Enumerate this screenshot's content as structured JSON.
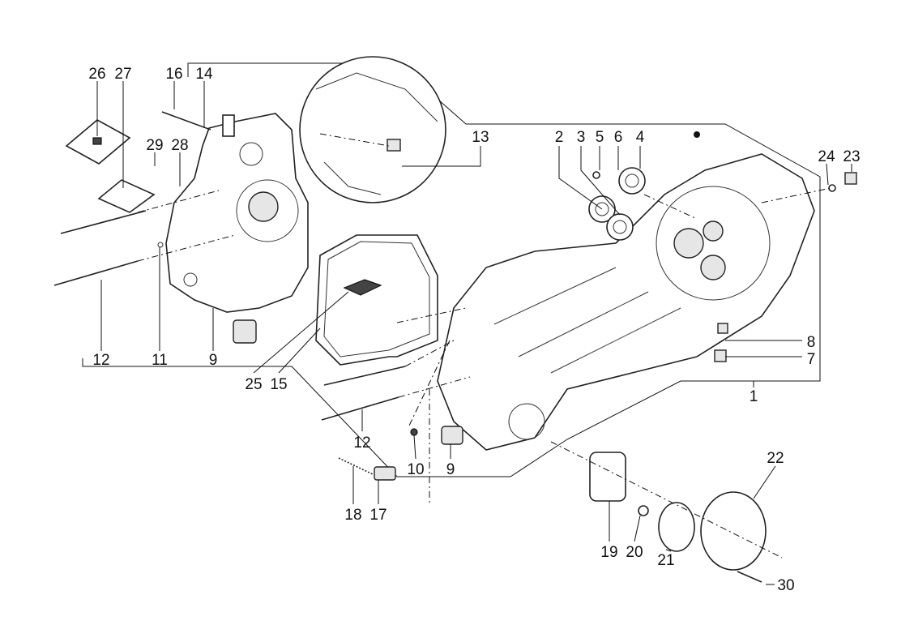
{
  "diagram": {
    "type": "exploded-parts-diagram",
    "labels": {
      "l26": "26",
      "l27": "27",
      "l16": "16",
      "l14": "14",
      "l29": "29",
      "l28": "28",
      "l13": "13",
      "l2": "2",
      "l3": "3",
      "l5": "5",
      "l6": "6",
      "l4": "4",
      "l24": "24",
      "l23": "23",
      "l8": "8",
      "l7": "7",
      "l1": "1",
      "l12a": "12",
      "l11": "11",
      "l9a": "9",
      "l25": "25",
      "l15": "15",
      "l12b": "12",
      "l10": "10",
      "l9b": "9",
      "l22": "22",
      "l18": "18",
      "l17": "17",
      "l19": "19",
      "l20": "20",
      "l21": "21",
      "l30": "30"
    }
  }
}
